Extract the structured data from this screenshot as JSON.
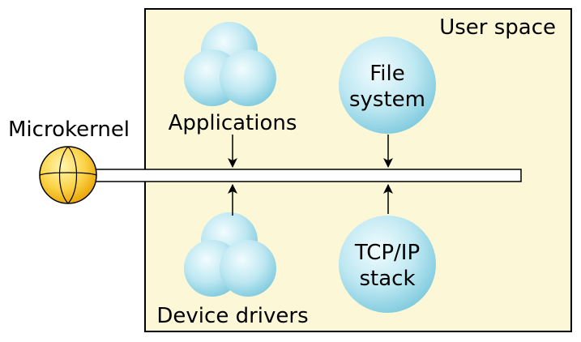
{
  "labels": {
    "user_space": "User space",
    "microkernel": "Microkernel",
    "applications": "Applications",
    "file_system_line1": "File",
    "file_system_line2": "system",
    "device_drivers": "Device drivers",
    "tcp_ip_line1": "TCP/IP",
    "tcp_ip_line2": "stack"
  },
  "colors": {
    "user_space_fill": "#fcf7d6",
    "bubble_light": "#e2f6fb",
    "bubble_dark": "#7cc9dd",
    "kernel_light": "#fff3a0",
    "kernel_dark": "#e7a200",
    "line": "#000000"
  }
}
